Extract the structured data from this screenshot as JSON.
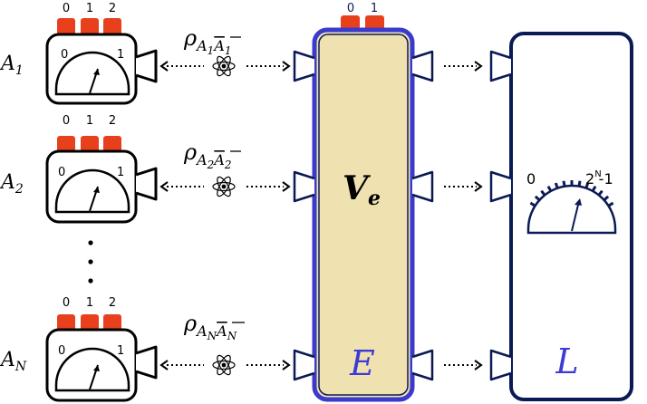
{
  "devices": [
    {
      "label_main": "A",
      "label_sub": "1",
      "buttons": [
        "0",
        "1",
        "2"
      ],
      "dial_min": "0",
      "dial_max": "1",
      "state_rho": "ρ",
      "state_sub_a": "A",
      "state_sub_a_index": "1",
      "state_sub_b": "A",
      "state_sub_b_index": "1"
    },
    {
      "label_main": "A",
      "label_sub": "2",
      "buttons": [
        "0",
        "1",
        "2"
      ],
      "dial_min": "0",
      "dial_max": "1",
      "state_rho": "ρ",
      "state_sub_a": "A",
      "state_sub_a_index": "2",
      "state_sub_b": "A",
      "state_sub_b_index": "2"
    },
    {
      "label_main": "A",
      "label_sub": "N",
      "buttons": [
        "0",
        "1",
        "2"
      ],
      "dial_min": "0",
      "dial_max": "1",
      "state_rho": "ρ",
      "state_sub_a": "A",
      "state_sub_a_index": "N",
      "state_sub_b": "A",
      "state_sub_b_index": "N"
    }
  ],
  "ellipsis": "⋮",
  "eve_box": {
    "label": "E",
    "operation_main": "V",
    "operation_sub": "e",
    "buttons": [
      "0",
      "1"
    ]
  },
  "learner_box": {
    "label": "L",
    "dial_min": "0",
    "dial_max_base": "2",
    "dial_max_exp": "N",
    "dial_max_tail": "-1"
  },
  "colors": {
    "button_red": "#e8401c",
    "box_blue": "#3a3acd",
    "box_fill": "#f0e1b0",
    "navy": "#0b1a55",
    "label_blue": "#3b3bd6"
  }
}
